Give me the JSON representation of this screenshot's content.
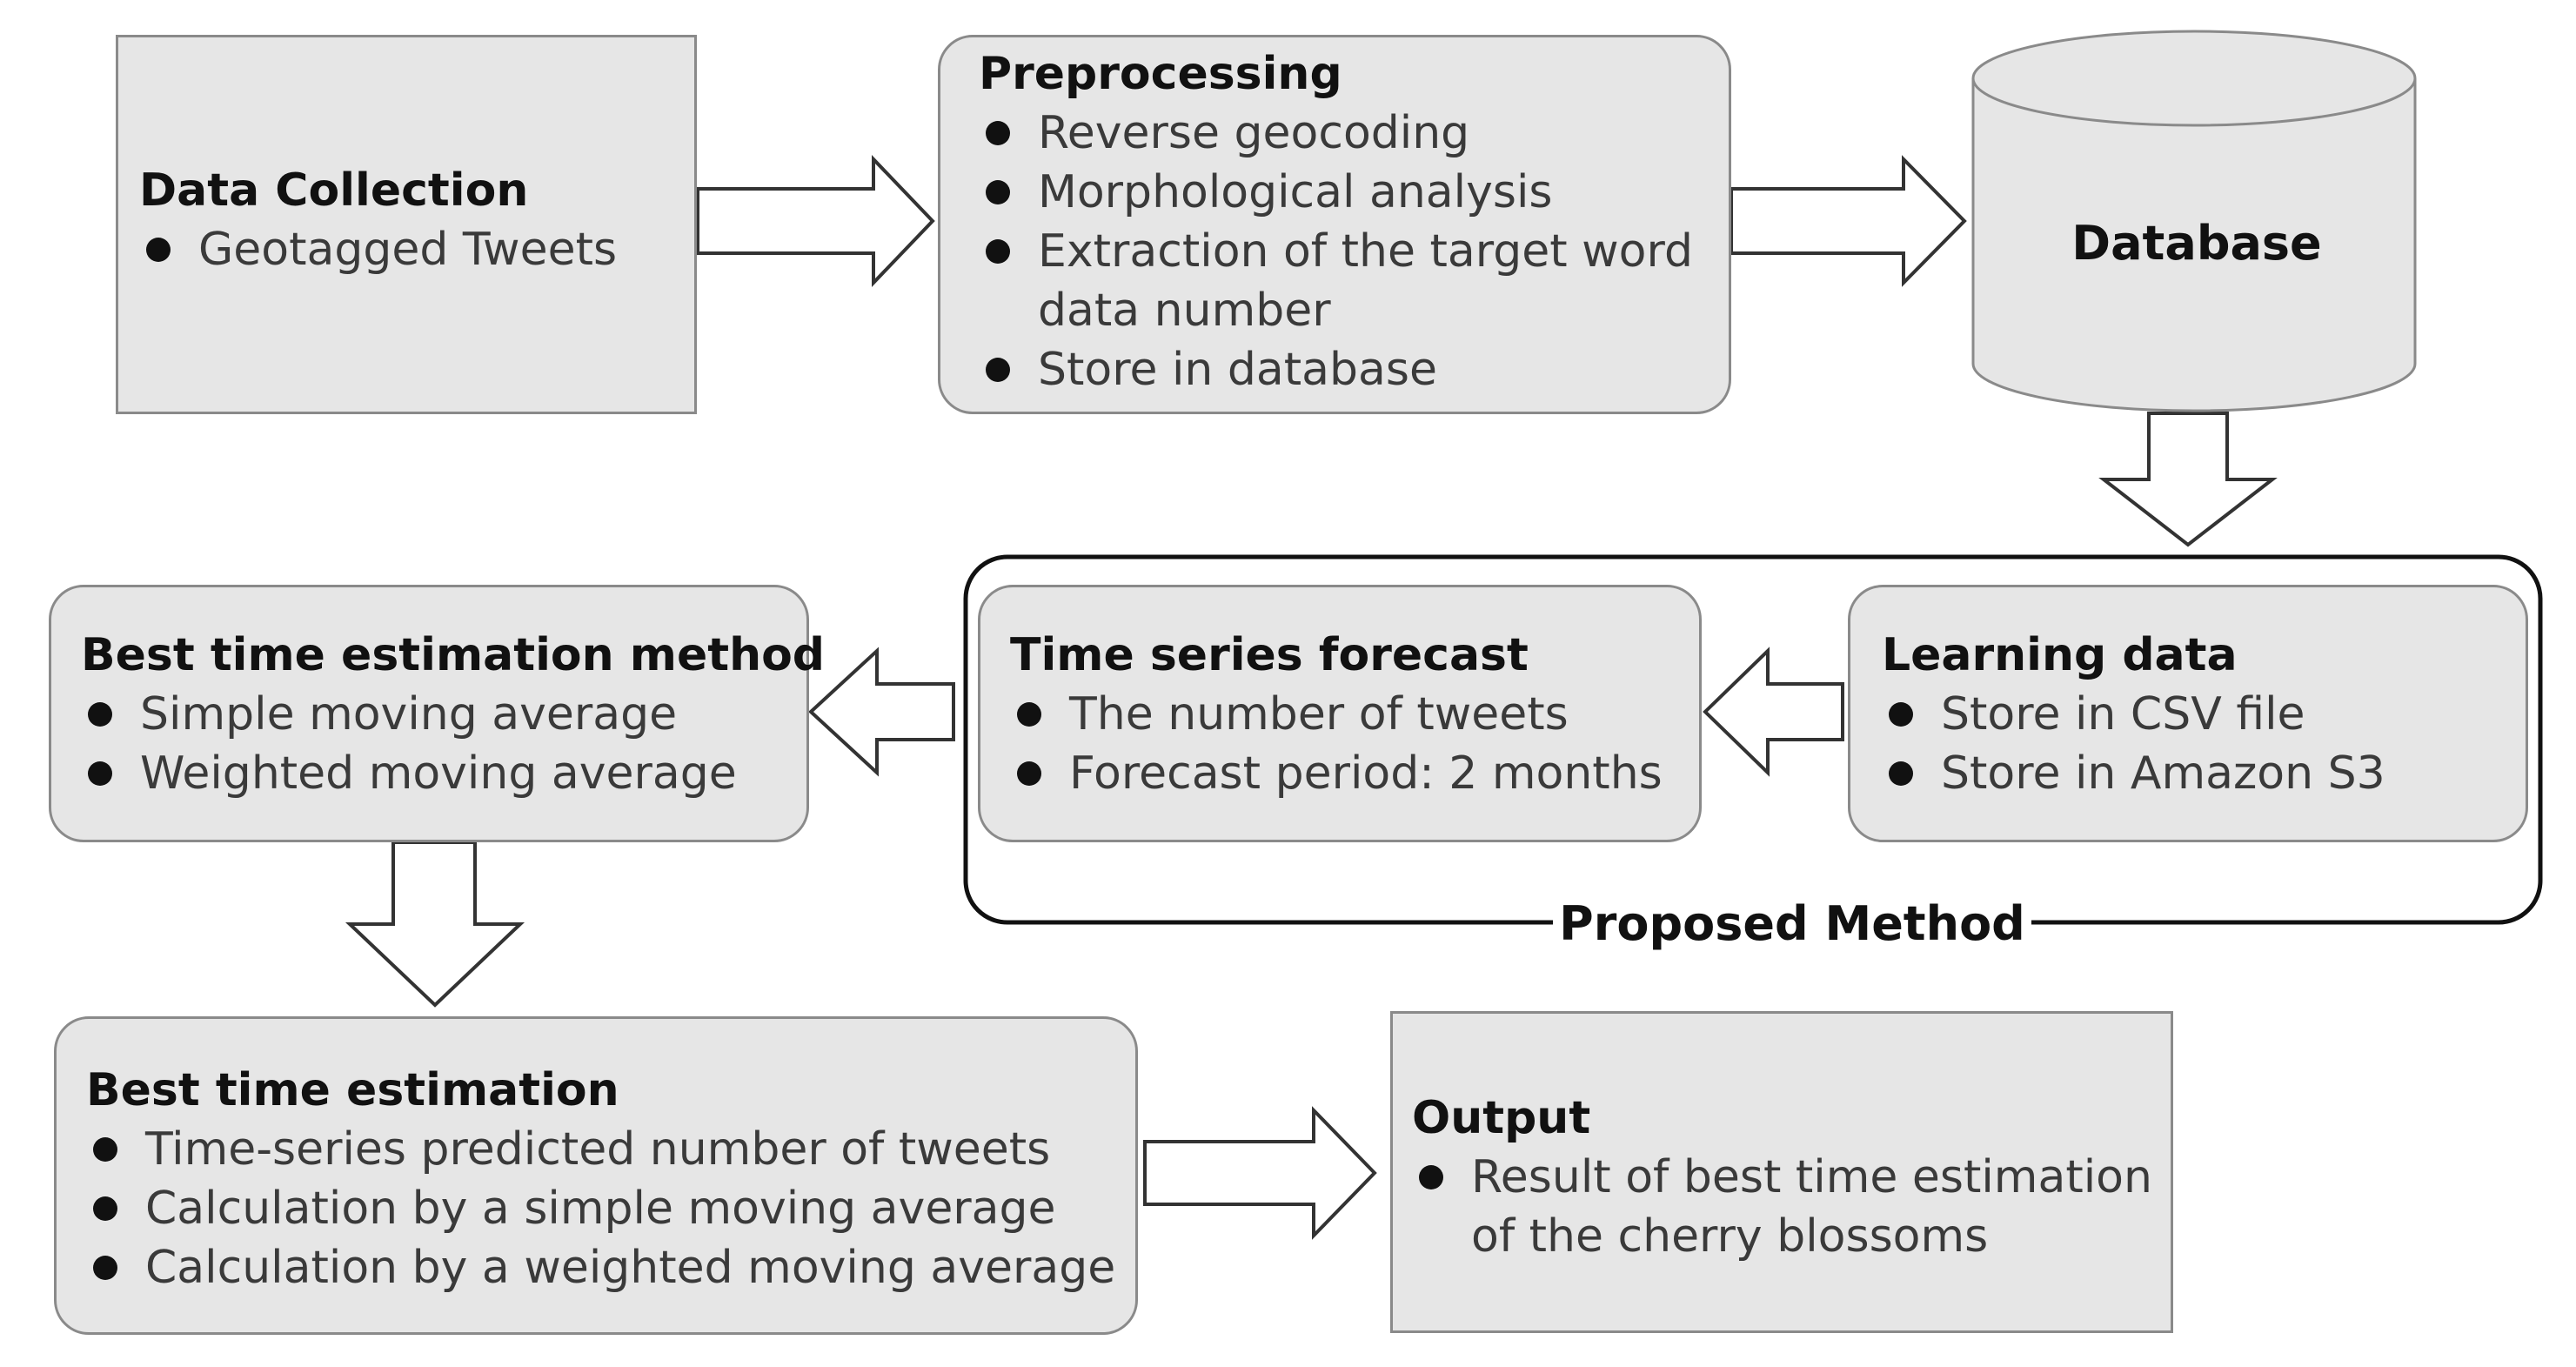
{
  "boxes": {
    "data_collection": {
      "title": "Data Collection",
      "items": [
        "Geotagged Tweets"
      ]
    },
    "preprocessing": {
      "title": "Preprocessing",
      "items": [
        "Reverse geocoding",
        "Morphological analysis",
        "Extraction of the target word",
        "Store in database"
      ],
      "item3_continuation": "data number"
    },
    "database": {
      "title": "Database"
    },
    "learning_data": {
      "title": "Learning data",
      "items": [
        "Store in CSV file",
        "Store in Amazon S3"
      ]
    },
    "time_series_forecast": {
      "title": "Time series forecast",
      "items": [
        "The number of tweets",
        "Forecast period: 2 months"
      ]
    },
    "best_time_estimation_method": {
      "title": "Best time estimation method",
      "items": [
        "Simple moving average",
        "Weighted moving average"
      ]
    },
    "best_time_estimation": {
      "title": "Best time estimation",
      "items": [
        "Time-series predicted number of tweets",
        "Calculation by a simple moving average",
        "Calculation by a weighted moving average"
      ]
    },
    "output": {
      "title": "Output",
      "items": [
        "Result of best time estimation"
      ],
      "item1_continuation": "of the cherry blossoms"
    }
  },
  "group": {
    "label": "Proposed Method"
  },
  "colors": {
    "box_fill": "#e6e6e6",
    "box_border": "#8a8a8a",
    "arrow_fill": "#ffffff",
    "arrow_stroke": "#333333",
    "group_border": "#111111",
    "text": "#111111",
    "item_text": "#3a3a3a"
  },
  "icons": {
    "bullet": "filled-circle",
    "flow_arrow": "hollow-block-arrow"
  }
}
